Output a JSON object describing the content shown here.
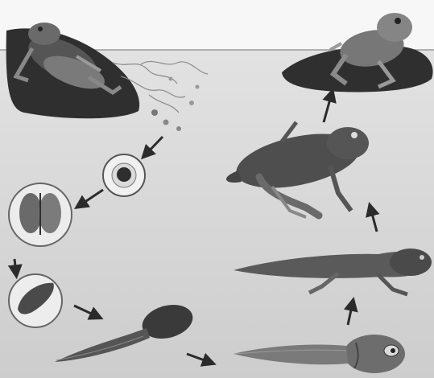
{
  "figure": {
    "kind": "frog-life-cycle",
    "palette": {
      "background_top": "#f6f6f6",
      "water": "#dcdcdc",
      "water_deep": "#cfcfcf",
      "rock": "#2f2f2f",
      "animal_dark": "#3a3a3a",
      "animal_mid": "#6b6b6b",
      "animal_light": "#a9a9a9",
      "circle_fill": "#efefef",
      "arrow": "#2b2b2b"
    },
    "stages": [
      {
        "id": "adult-frogs-mating",
        "icon": "mating-frogs-icon"
      },
      {
        "id": "frogspawn",
        "icon": "frogspawn-icon"
      },
      {
        "id": "single-egg",
        "icon": "egg-icon"
      },
      {
        "id": "dividing-egg",
        "icon": "cleavage-embryo-icon"
      },
      {
        "id": "embryo",
        "icon": "embryo-icon"
      },
      {
        "id": "young-tadpole",
        "icon": "young-tadpole-icon"
      },
      {
        "id": "tadpole-with-gills",
        "icon": "tadpole-icon"
      },
      {
        "id": "tadpole-with-legs",
        "icon": "legged-tadpole-icon"
      },
      {
        "id": "froglet",
        "icon": "froglet-icon"
      },
      {
        "id": "adult-frog",
        "icon": "adult-frog-icon"
      }
    ]
  }
}
